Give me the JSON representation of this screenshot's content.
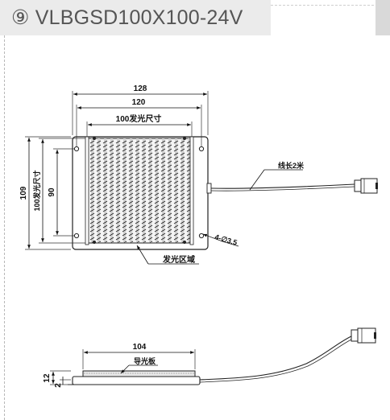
{
  "title": "⑨ VLBGSD100X100-24V",
  "top_view": {
    "dim_overall_width": "128",
    "dim_hole_spacing_w": "120",
    "dim_emit_width": "100发光尺寸",
    "dim_overall_height": "109",
    "dim_emit_height": "100发光尺寸",
    "dim_hole_spacing_h": "90",
    "cable_label": "线长2米",
    "hole_label": "4-∅3.5",
    "emit_area_label": "发光区域"
  },
  "side_view": {
    "dim_width": "104",
    "guide_plate_label": "导光板",
    "dim_total_thickness": "12",
    "dim_plate_thickness": "2"
  }
}
